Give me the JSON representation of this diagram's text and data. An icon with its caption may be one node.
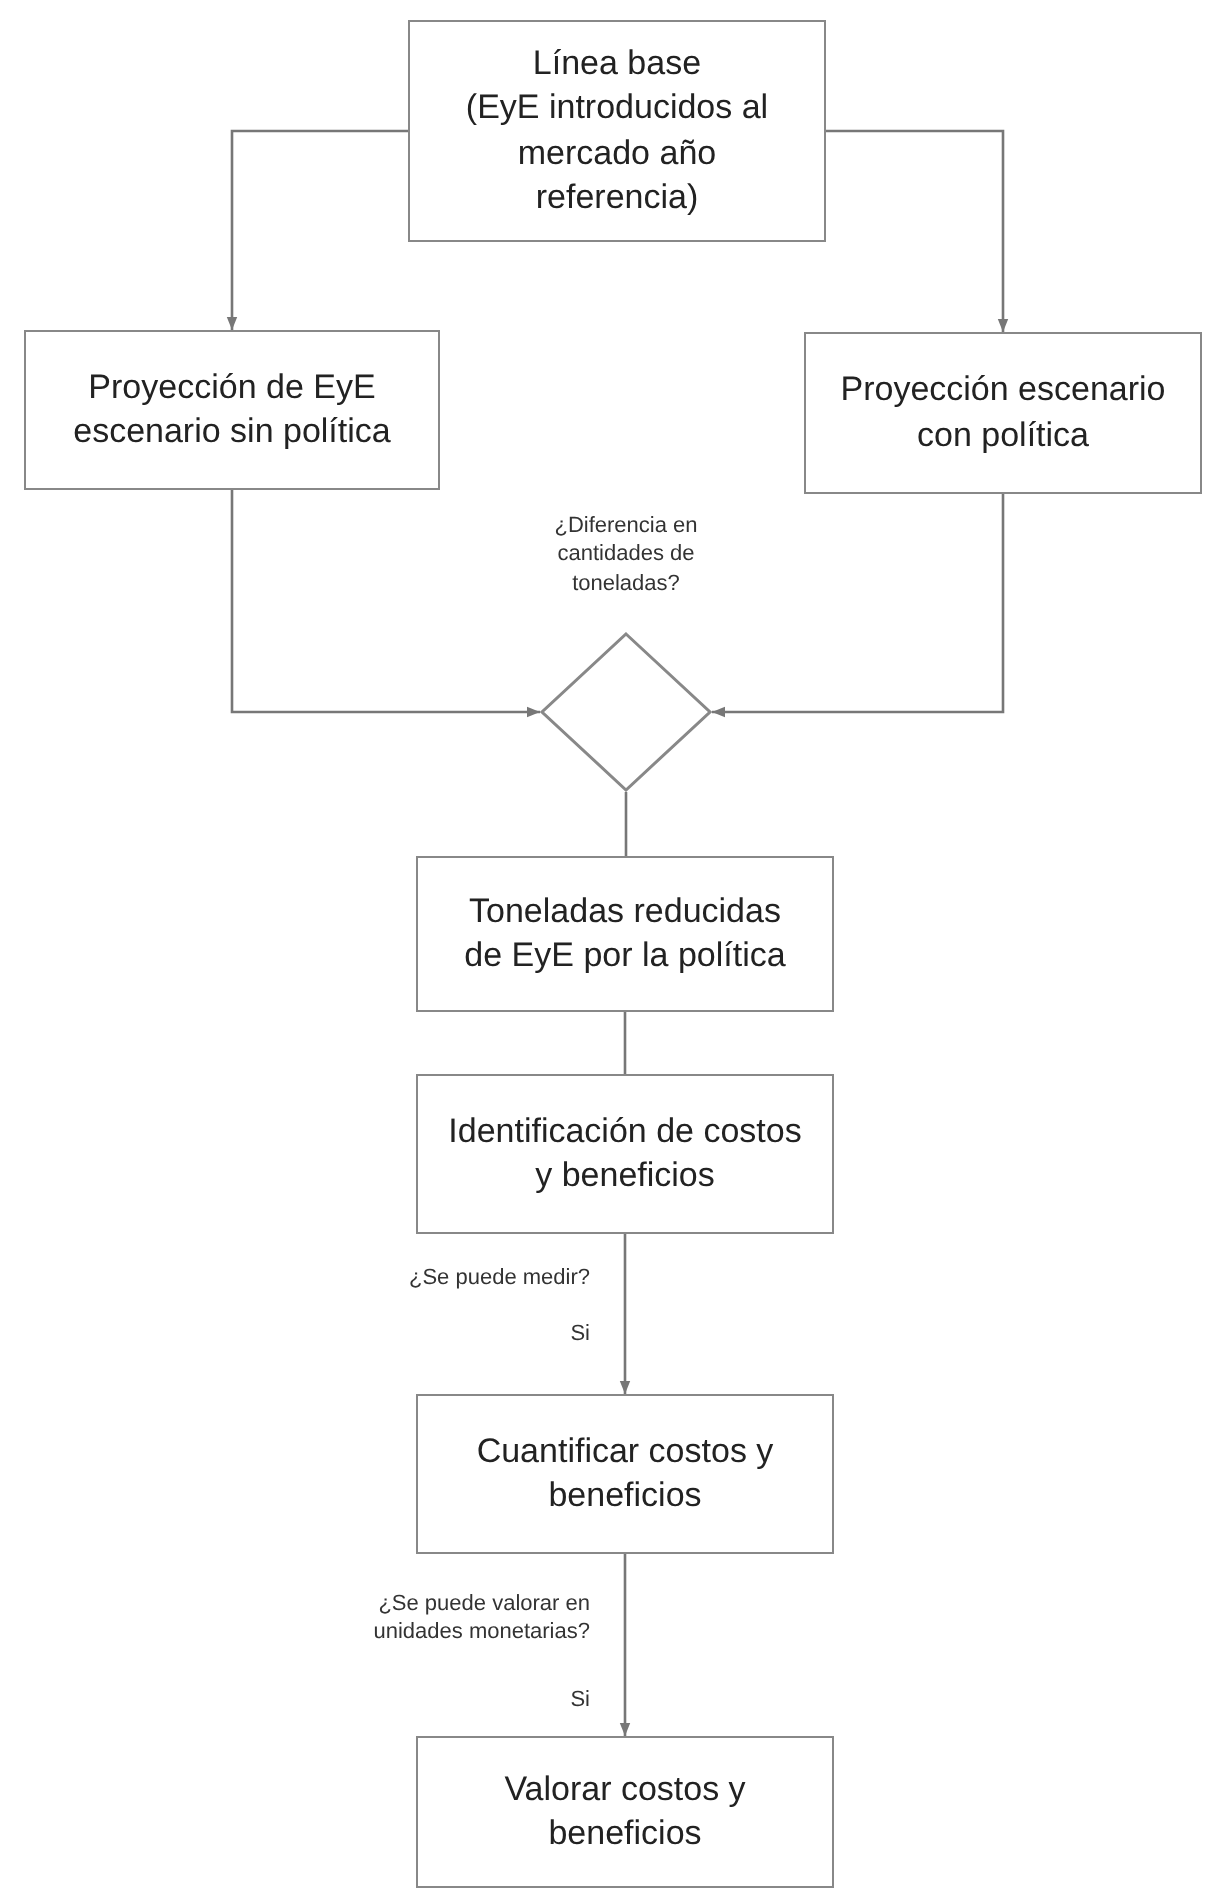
{
  "diagram": {
    "nodes": [
      {
        "text": [
          "Línea base",
          "(EyE introducidos al mercado año referencia)"
        ]
      },
      {
        "text": [
          "Proyección de EyE escenario sin política"
        ]
      },
      {
        "text": [
          "Proyección escenario con política"
        ]
      },
      {
        "text": [],
        "shape": "diamond",
        "beside": [
          "¿Diferencia en cantidades de toneladas?"
        ]
      },
      {
        "text": [
          "Toneladas reducidas de EyE por la política"
        ]
      },
      {
        "text": [
          "Identificación de costos y beneficios"
        ]
      },
      {
        "text": [
          "Cuantificar costos y beneficios"
        ]
      },
      {
        "text": [
          "Valorar costos y beneficios"
        ]
      }
    ],
    "edges": [
      {
        "from": 0,
        "to": 1,
        "arrow": "to"
      },
      {
        "from": 0,
        "to": 2,
        "arrow": "to"
      },
      {
        "from": 1,
        "to": 3,
        "arrow": "to"
      },
      {
        "from": 2,
        "to": 3,
        "arrow": "to"
      },
      {
        "from": 3,
        "to": 4,
        "arrow": "none"
      },
      {
        "from": 4,
        "to": 5,
        "arrow": "none"
      },
      {
        "from": 5,
        "to": 6,
        "arrow": "to"
      },
      {
        "from": 6,
        "to": 7,
        "arrow": "to"
      }
    ],
    "labels": [
      "¿Se puede medir?",
      "Si",
      "¿Se puede valorar en unidades monetarias?",
      "Si"
    ]
  }
}
